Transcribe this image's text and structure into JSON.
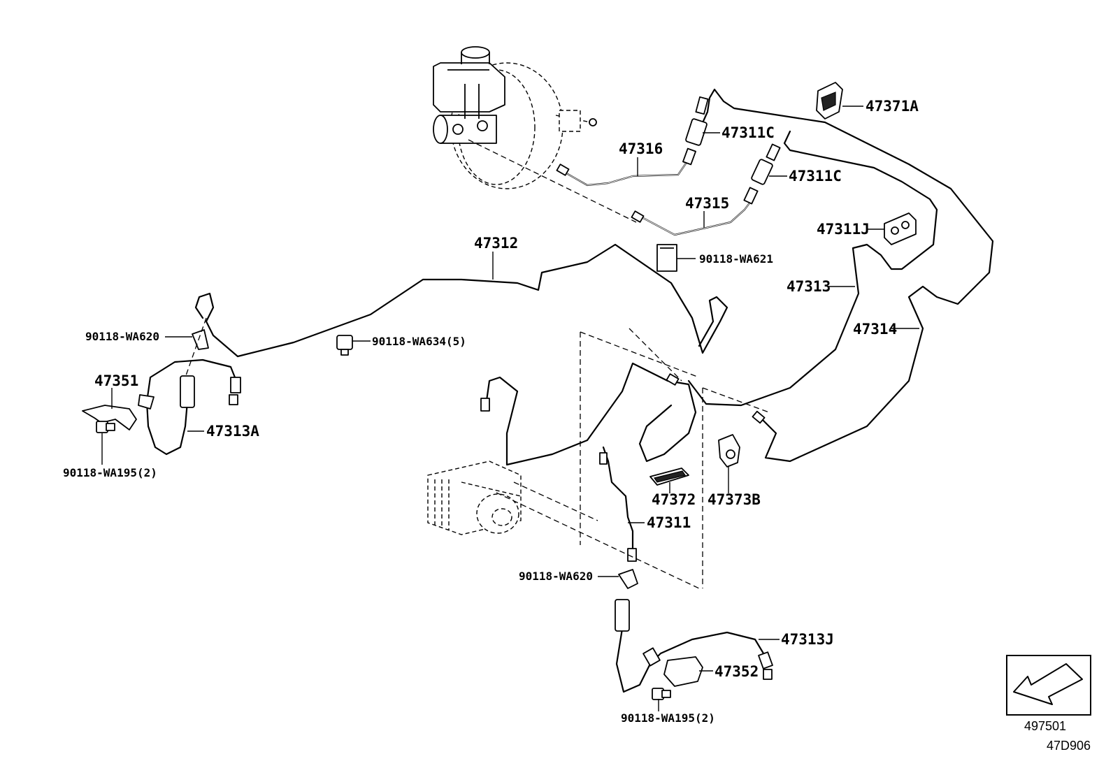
{
  "labels": {
    "p47371A": "47371A",
    "p47311C_1": "47311C",
    "p47311C_2": "47311C",
    "p47316": "47316",
    "p47315": "47315",
    "p47311J": "47311J",
    "p90118WA621": "90118-WA621",
    "p47312": "47312",
    "p47313": "47313",
    "p47314": "47314",
    "p90118WA620_1": "90118-WA620",
    "p90118WA634": "90118-WA634(5)",
    "p47351": "47351",
    "p47313A": "47313A",
    "p90118WA195_1": "90118-WA195(2)",
    "p47372": "47372",
    "p47373B": "47373B",
    "p47311": "47311",
    "p90118WA620_2": "90118-WA620",
    "p47313J": "47313J",
    "p47352": "47352",
    "p90118WA195_2": "90118-WA195(2)"
  },
  "reference_box": {
    "code": "497501",
    "icon": "arrow-direction-icon"
  },
  "diagram_code": "47D906"
}
